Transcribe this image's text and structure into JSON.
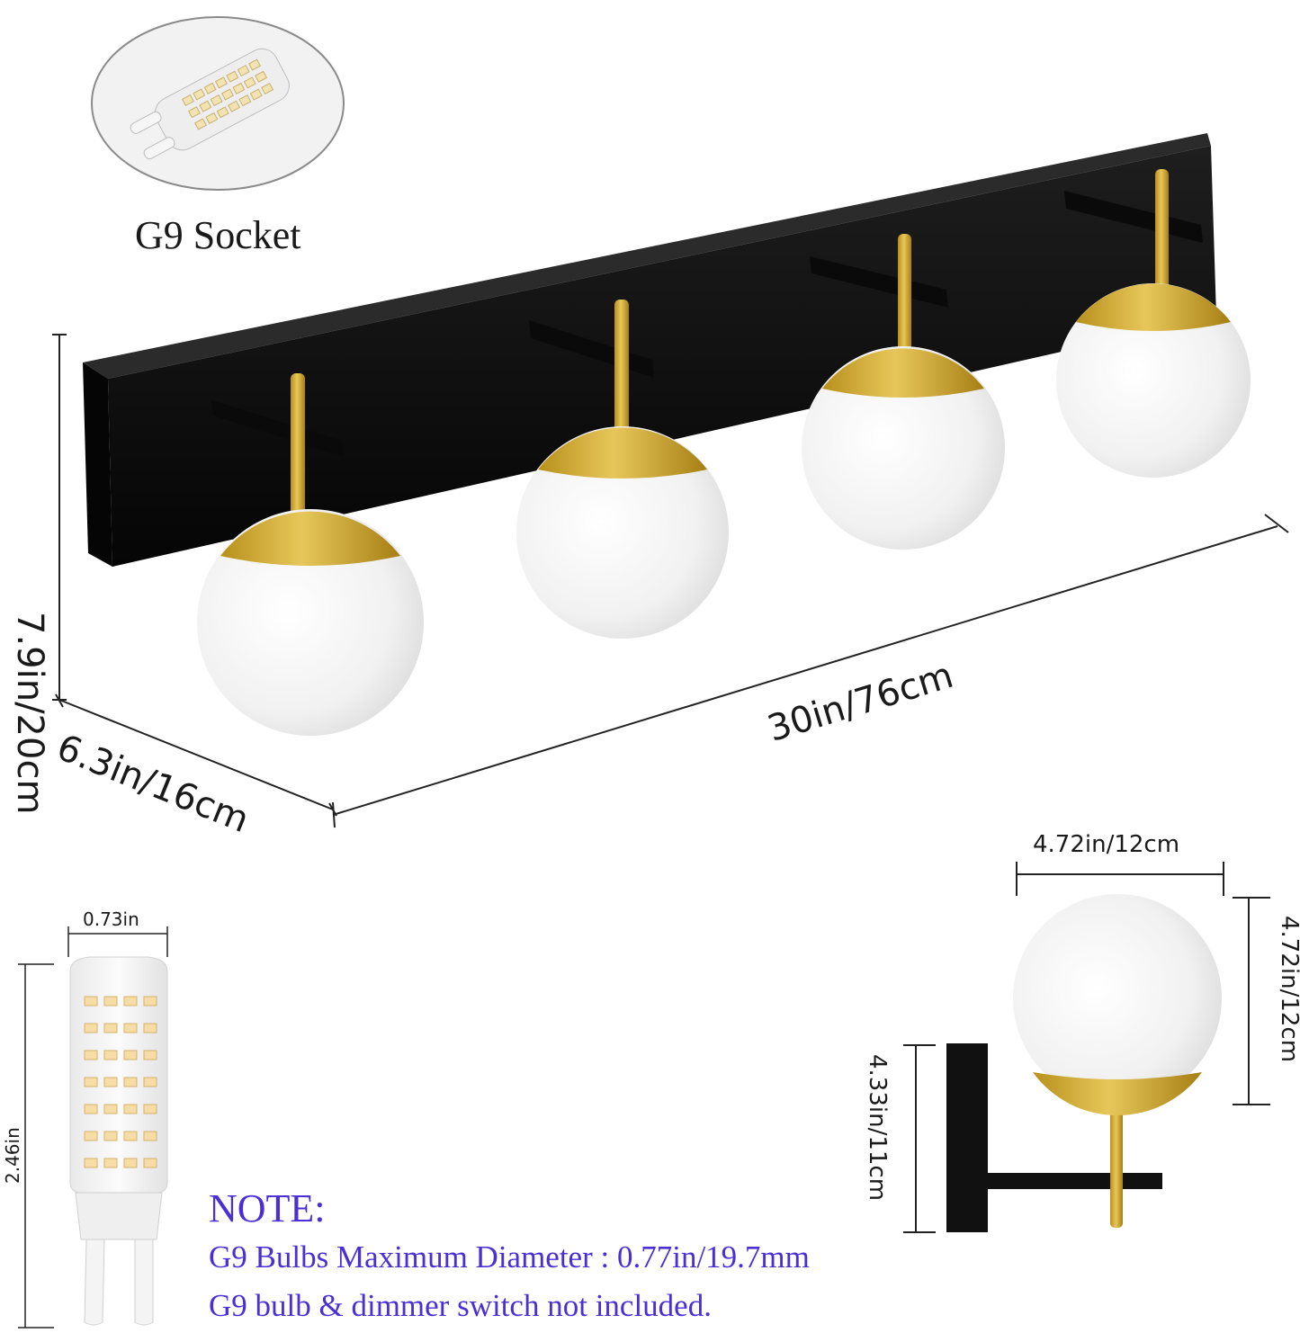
{
  "labels": {
    "socket": "G9 Socket",
    "height": "7.9in/20cm",
    "length": "30in/76cm",
    "depth": "6.3in/16cm",
    "globe_width": "4.72in/12cm",
    "globe_height": "4.72in/12cm",
    "extension": "4.33in/11cm",
    "bulb_width": "0.73in",
    "bulb_height": "2.46in"
  },
  "note": {
    "heading": "NOTE:",
    "line1": "G9 Bulbs Maximum Diameter : 0.77in/19.7mm",
    "line2": "G9 bulb & dimmer switch not included."
  },
  "colors": {
    "backplate": "#111111",
    "brass": "#c9a227",
    "glass": "#f4f4f4",
    "note_text": "#4b2fd6",
    "dimension_line": "#222222"
  },
  "product": {
    "lights": 4
  }
}
